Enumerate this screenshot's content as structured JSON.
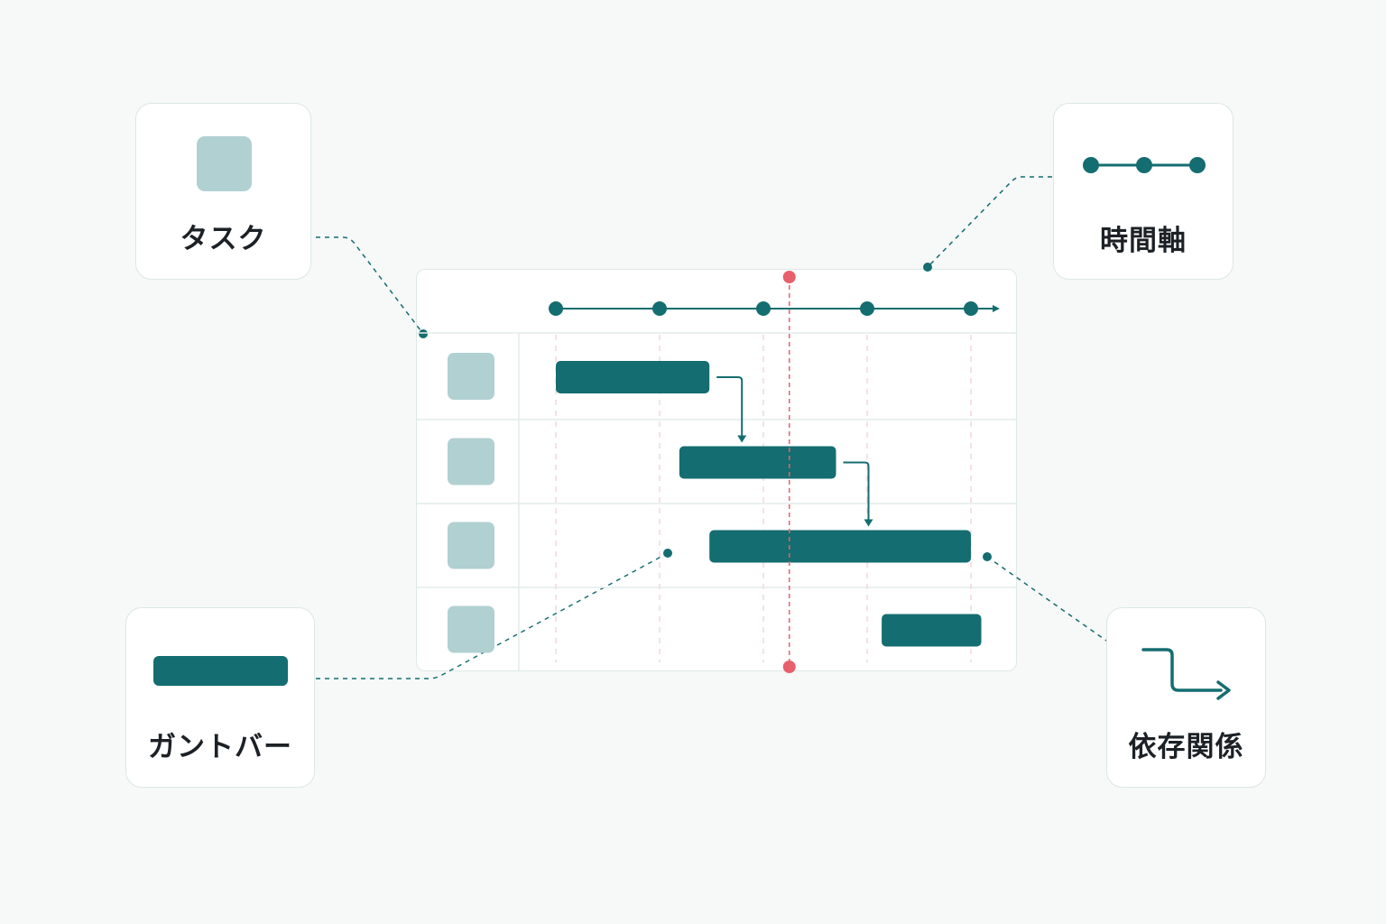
{
  "colors": {
    "background": "#f7f8f8",
    "accent": "#146d70",
    "task_fill": "#b1d0d2",
    "today_line": "#e8606b",
    "grid_line": "#e3ecec",
    "dashed_grid": "#f3d7da"
  },
  "cards": {
    "task": {
      "label": "タスク",
      "icon": "task-square-icon"
    },
    "timeline": {
      "label": "時間軸",
      "icon": "timeline-dots-icon"
    },
    "gantt_bar": {
      "label": "ガントバー",
      "icon": "gantt-bar-icon"
    },
    "dependency": {
      "label": "依存関係",
      "icon": "dependency-arrow-icon"
    }
  },
  "gantt": {
    "rows": 4,
    "timeline_ticks": 5,
    "bars": [
      {
        "row": 1,
        "start": 0.0,
        "end": 1.48
      },
      {
        "row": 2,
        "start": 1.19,
        "end": 2.7
      },
      {
        "row": 3,
        "start": 1.48,
        "end": 4.0
      },
      {
        "row": 4,
        "start": 3.14,
        "end": 4.1
      }
    ],
    "dependencies": [
      {
        "from_row": 1,
        "to_row": 2
      },
      {
        "from_row": 2,
        "to_row": 3
      }
    ],
    "today_marker": 2.25
  }
}
